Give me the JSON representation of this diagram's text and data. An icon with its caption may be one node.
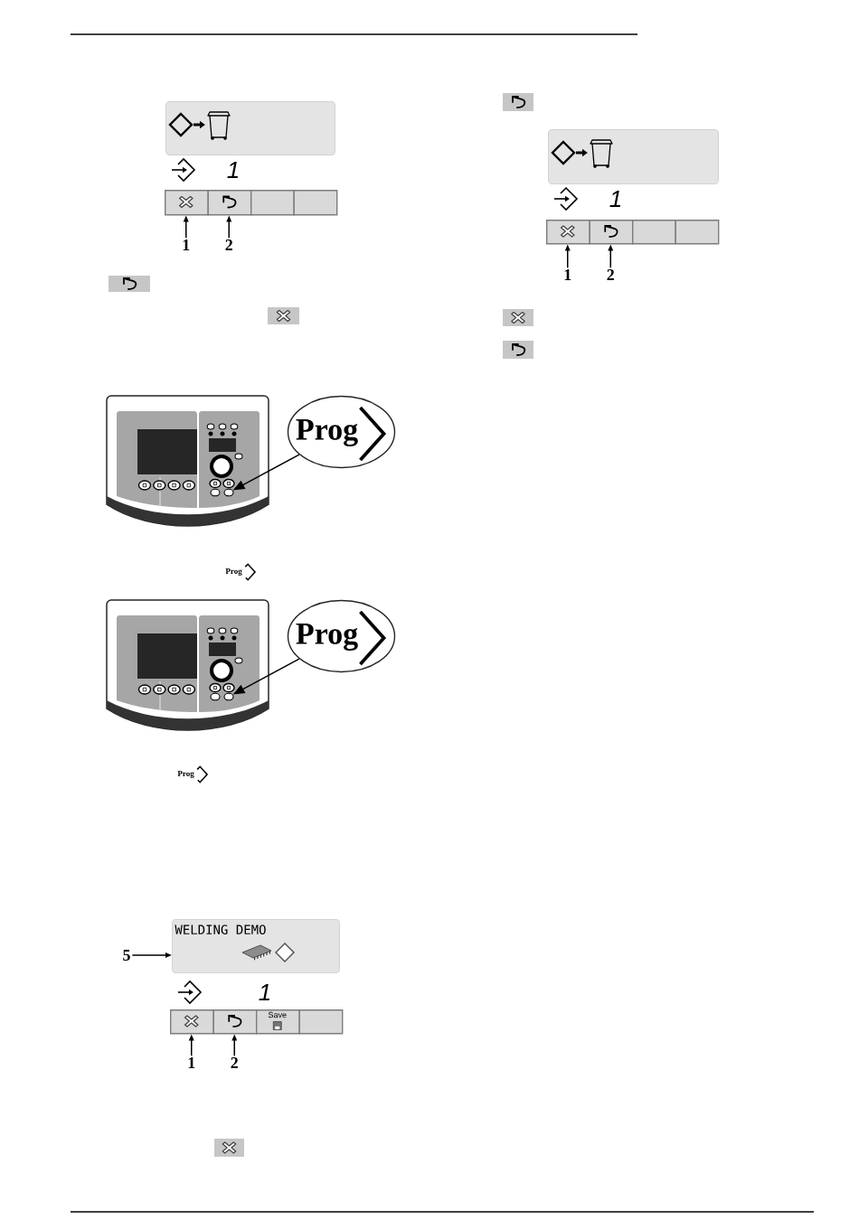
{
  "diagram": {
    "nodes": [
      {
        "text": [],
        "shape": "box"
      },
      {
        "text": [],
        "shape": "box"
      },
      {
        "text": [],
        "shape": "box"
      },
      {
        "text": [],
        "shape": "box"
      },
      {
        "text": [],
        "shape": "box"
      },
      {
        "text": [
          "1"
        ]
      },
      {
        "text": [
          "2"
        ]
      },
      {
        "text": [
          "Prog"
        ]
      },
      {
        "text": [],
        "shape": "circle"
      },
      {
        "text": [
          "Prog"
        ]
      },
      {
        "text": [],
        "shape": "circle"
      },
      {
        "text": [
          "5"
        ]
      },
      {
        "text": [
          "WELDING DEMO"
        ]
      },
      {
        "text": [],
        "shape": "box"
      },
      {
        "text": [],
        "shape": "box"
      },
      {
        "text": [
          "Save"
        ]
      },
      {
        "text": [],
        "shape": "box"
      },
      {
        "text": [
          "1"
        ]
      },
      {
        "text": [
          "2"
        ]
      },
      {
        "text": [],
        "shape": "box"
      },
      {
        "text": [],
        "shape": "box"
      },
      {
        "text": [],
        "shape": "box"
      },
      {
        "text": [],
        "shape": "box"
      },
      {
        "text": [],
        "shape": "box"
      },
      {
        "text": [
          "1"
        ]
      },
      {
        "text": [
          "2"
        ]
      }
    ],
    "edges": [
      {
        "from": 5,
        "to": 1,
        "arrow": "to"
      },
      {
        "from": 6,
        "to": 2,
        "arrow": "to"
      },
      {
        "from": 7,
        "to": 8,
        "arrow": "to"
      },
      {
        "from": 9,
        "to": 10,
        "arrow": "to"
      },
      {
        "from": 11,
        "to": 12,
        "arrow": "to"
      },
      {
        "from": 17,
        "to": 13,
        "arrow": "to"
      },
      {
        "from": 18,
        "to": 14,
        "arrow": "to"
      },
      {
        "from": 24,
        "to": 20,
        "arrow": "to"
      },
      {
        "from": 25,
        "to": 21,
        "arrow": "to"
      }
    ],
    "labels": [
      "1",
      "Prog",
      "Prog",
      "1",
      "1"
    ]
  }
}
